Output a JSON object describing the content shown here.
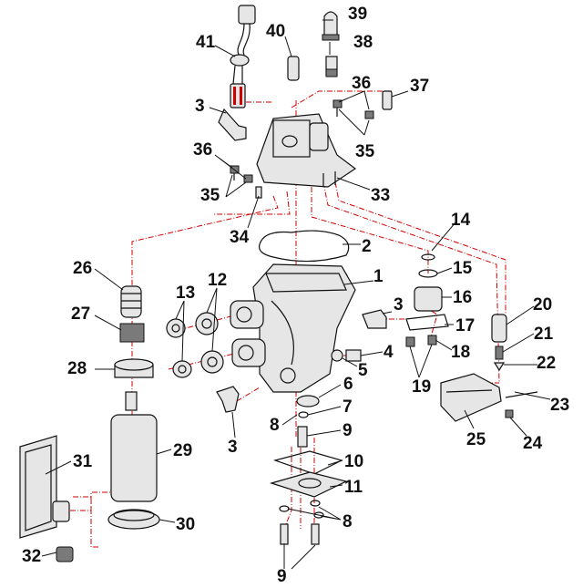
{
  "callouts": [
    {
      "n": "39"
    },
    {
      "n": "40"
    },
    {
      "n": "41"
    },
    {
      "n": "38"
    },
    {
      "n": "36"
    },
    {
      "n": "37"
    },
    {
      "n": "3"
    },
    {
      "n": "35"
    },
    {
      "n": "36"
    },
    {
      "n": "35"
    },
    {
      "n": "33"
    },
    {
      "n": "34"
    },
    {
      "n": "14"
    },
    {
      "n": "2"
    },
    {
      "n": "26"
    },
    {
      "n": "13"
    },
    {
      "n": "12"
    },
    {
      "n": "1"
    },
    {
      "n": "15"
    },
    {
      "n": "16"
    },
    {
      "n": "3"
    },
    {
      "n": "27"
    },
    {
      "n": "17"
    },
    {
      "n": "20"
    },
    {
      "n": "21"
    },
    {
      "n": "18"
    },
    {
      "n": "4"
    },
    {
      "n": "22"
    },
    {
      "n": "28"
    },
    {
      "n": "5"
    },
    {
      "n": "19"
    },
    {
      "n": "6"
    },
    {
      "n": "23"
    },
    {
      "n": "7"
    },
    {
      "n": "8"
    },
    {
      "n": "3"
    },
    {
      "n": "9"
    },
    {
      "n": "25"
    },
    {
      "n": "24"
    },
    {
      "n": "29"
    },
    {
      "n": "31"
    },
    {
      "n": "10"
    },
    {
      "n": "11"
    },
    {
      "n": "30"
    },
    {
      "n": "8"
    },
    {
      "n": "32"
    },
    {
      "n": "9"
    }
  ]
}
